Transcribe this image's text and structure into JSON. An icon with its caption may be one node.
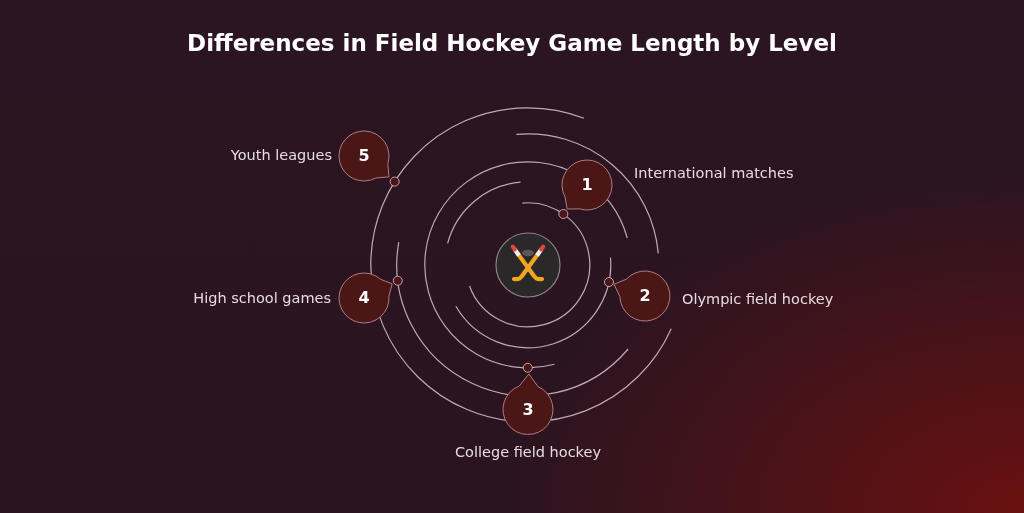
{
  "diagram": {
    "title": "Differences in Field Hockey Game Length by Level",
    "nodes": [
      {
        "text": [
          "1"
        ],
        "beside": [
          "International matches"
        ]
      },
      {
        "text": [
          "2"
        ],
        "beside": [
          "Olympic field hockey"
        ]
      },
      {
        "text": [
          "3"
        ],
        "beside": [
          "College field hockey"
        ]
      },
      {
        "text": [
          "4"
        ],
        "beside": [
          "High school games"
        ]
      },
      {
        "text": [
          "5"
        ],
        "beside": [
          "Youth leagues"
        ]
      },
      {
        "text": [],
        "shape": "picture"
      }
    ]
  }
}
